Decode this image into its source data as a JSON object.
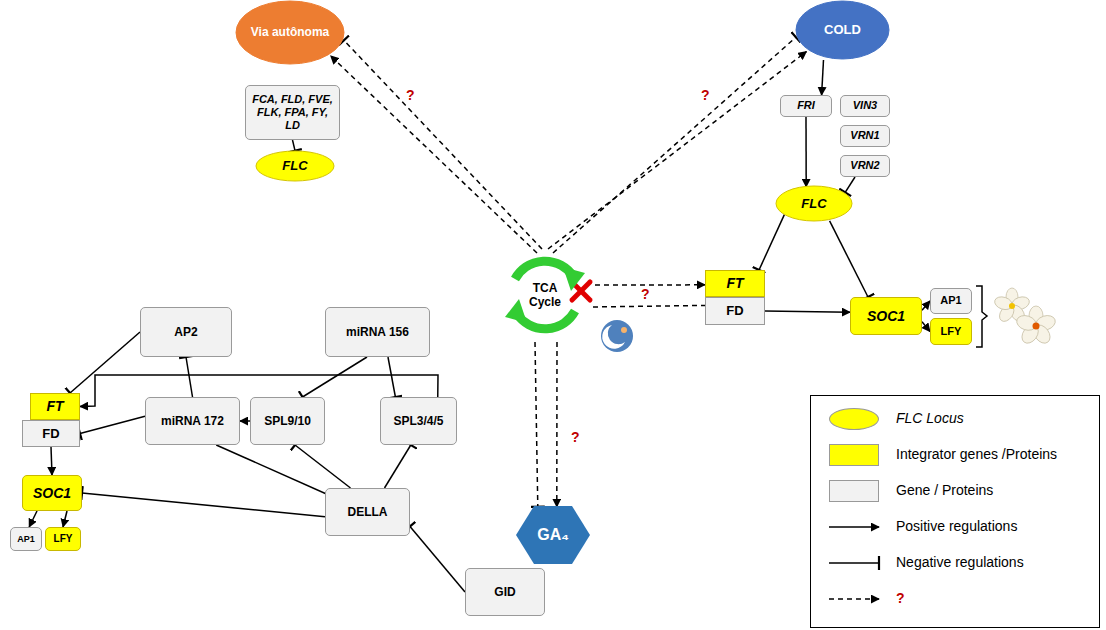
{
  "diagram": {
    "nodes": [
      {
        "text": [
          "Via autônoma"
        ]
      },
      {
        "text": [
          "FCA, FLD, FVE, FLK, FPA, FY, LD"
        ]
      },
      {
        "text": [
          "FLC"
        ]
      },
      {
        "text": [
          "COLD"
        ]
      },
      {
        "text": [
          "FRI"
        ]
      },
      {
        "text": [
          "VIN3"
        ]
      },
      {
        "text": [
          "VRN1"
        ]
      },
      {
        "text": [
          "VRN2"
        ]
      },
      {
        "text": [
          "FLC"
        ]
      },
      {
        "text": [
          "TCA Cycle"
        ]
      },
      {
        "text": [
          "FT"
        ]
      },
      {
        "text": [
          "FD"
        ]
      },
      {
        "text": [
          "SOC1"
        ]
      },
      {
        "text": [
          "AP1"
        ]
      },
      {
        "text": [
          "LFY"
        ]
      },
      {
        "text": [
          "AP2"
        ]
      },
      {
        "text": [
          "miRNA 156"
        ]
      },
      {
        "text": [
          "FT"
        ]
      },
      {
        "text": [
          "FD"
        ]
      },
      {
        "text": [
          "miRNA 172"
        ]
      },
      {
        "text": [
          "SPL9/10"
        ]
      },
      {
        "text": [
          "SPL3/4/5"
        ]
      },
      {
        "text": [
          "SOC1"
        ]
      },
      {
        "text": [
          "AP1"
        ]
      },
      {
        "text": [
          "LFY"
        ]
      },
      {
        "text": [
          "DELLA"
        ]
      },
      {
        "text": [
          "GID"
        ]
      },
      {
        "text": [
          "GA₄"
        ]
      }
    ],
    "edges": [
      {
        "from": 9,
        "to": 0,
        "arrow": "to"
      },
      {
        "from": 9,
        "to": 0,
        "arrow": "to"
      },
      {
        "from": 9,
        "to": 3,
        "arrow": "to"
      },
      {
        "from": 9,
        "to": 3,
        "arrow": "to"
      },
      {
        "from": 3,
        "to": 4,
        "arrow": "to"
      },
      {
        "from": 4,
        "to": 8,
        "arrow": "to"
      },
      {
        "from": 7,
        "to": 8,
        "arrow": "to"
      },
      {
        "from": 8,
        "to": 10,
        "arrow": "to"
      },
      {
        "from": 8,
        "to": 12,
        "arrow": "to"
      },
      {
        "from": 9,
        "to": 10,
        "arrow": "to"
      },
      {
        "from": 9,
        "to": 11,
        "arrow": "none"
      },
      {
        "from": 11,
        "to": 12,
        "arrow": "to"
      },
      {
        "from": 12,
        "to": 13,
        "arrow": "to"
      },
      {
        "from": 12,
        "to": 14,
        "arrow": "to"
      },
      {
        "from": 1,
        "to": 2,
        "arrow": "to"
      },
      {
        "from": 15,
        "to": 17,
        "arrow": "to"
      },
      {
        "from": 16,
        "to": 20,
        "arrow": "to"
      },
      {
        "from": 16,
        "to": 21,
        "arrow": "to"
      },
      {
        "from": 21,
        "to": 17,
        "arrow": "to"
      },
      {
        "from": 19,
        "to": 15,
        "arrow": "to"
      },
      {
        "from": 20,
        "to": 19,
        "arrow": "to"
      },
      {
        "from": 19,
        "to": 18,
        "arrow": "to"
      },
      {
        "from": 25,
        "to": 20,
        "arrow": "to"
      },
      {
        "from": 25,
        "to": 21,
        "arrow": "to"
      },
      {
        "from": 25,
        "to": 22,
        "arrow": "to"
      },
      {
        "from": 25,
        "to": 19,
        "arrow": "none"
      },
      {
        "from": 26,
        "to": 25,
        "arrow": "to"
      },
      {
        "from": 18,
        "to": 22,
        "arrow": "to"
      },
      {
        "from": 22,
        "to": 23,
        "arrow": "to"
      },
      {
        "from": 22,
        "to": 24,
        "arrow": "to"
      },
      {
        "from": 9,
        "to": 27,
        "arrow": "to"
      },
      {
        "from": 9,
        "to": 27,
        "arrow": "to"
      }
    ],
    "labels": [
      "?",
      "?",
      "?",
      "?"
    ],
    "legend": [
      {
        "text": "FLC Locus",
        "color": "#ffff00"
      },
      {
        "text": "Integrator genes /Proteins",
        "color": "#ffff00"
      },
      {
        "text": "Gene / Proteins",
        "color": "#f2f2f2"
      },
      {
        "text": "Positive regulations"
      },
      {
        "text": "Negative regulations"
      },
      {
        "text": "?"
      }
    ]
  }
}
